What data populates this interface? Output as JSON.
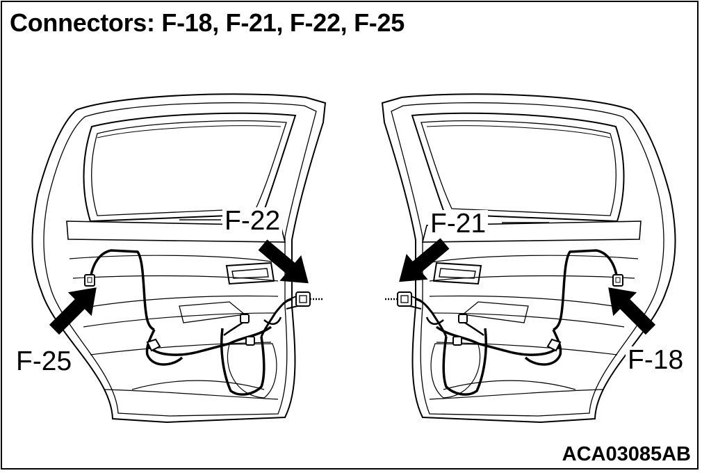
{
  "title": "Connectors: F-18, F-21, F-22, F-25",
  "callouts": {
    "f22": "F-22",
    "f21": "F-21",
    "f25": "F-25",
    "f18": "F-18"
  },
  "figure_id": "ACA03085AB",
  "colors": {
    "line": "#000000",
    "background": "#ffffff"
  }
}
